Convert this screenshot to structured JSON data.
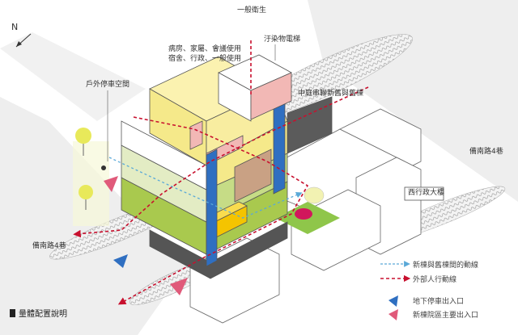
{
  "north_label": "N",
  "labels": {
    "general_health": "一般衛生",
    "dirty_elevator": "汙染物電梯",
    "ward_line1": "病房、家屬、會議使用",
    "ward_line2": "宿舍、行政、一般使用",
    "courtyard_link": "中庭串聯新舊與舊棟",
    "outdoor_parking": "戶外停車空間",
    "road_right": "備南路4巷",
    "road_left": "備南路4巷",
    "admin_building": "西行政大樓"
  },
  "legend": {
    "blue_dash": "新棟與舊棟間的動線",
    "red_dash": "外部人行動線",
    "blue_triangle": "地下停車出入口",
    "pink_triangle": "新棟院區主要出入口"
  },
  "title": "量體配置說明",
  "colors": {
    "yellow": "#f5e98a",
    "green": "#a9c94e",
    "light_green": "#d6e6a8",
    "blue": "#2f6fc1",
    "pink": "#f2b8b5",
    "brown": "#c9a184",
    "orange": "#f4c400",
    "red": "#c8102e",
    "dash_blue": "#5aa9d8"
  }
}
